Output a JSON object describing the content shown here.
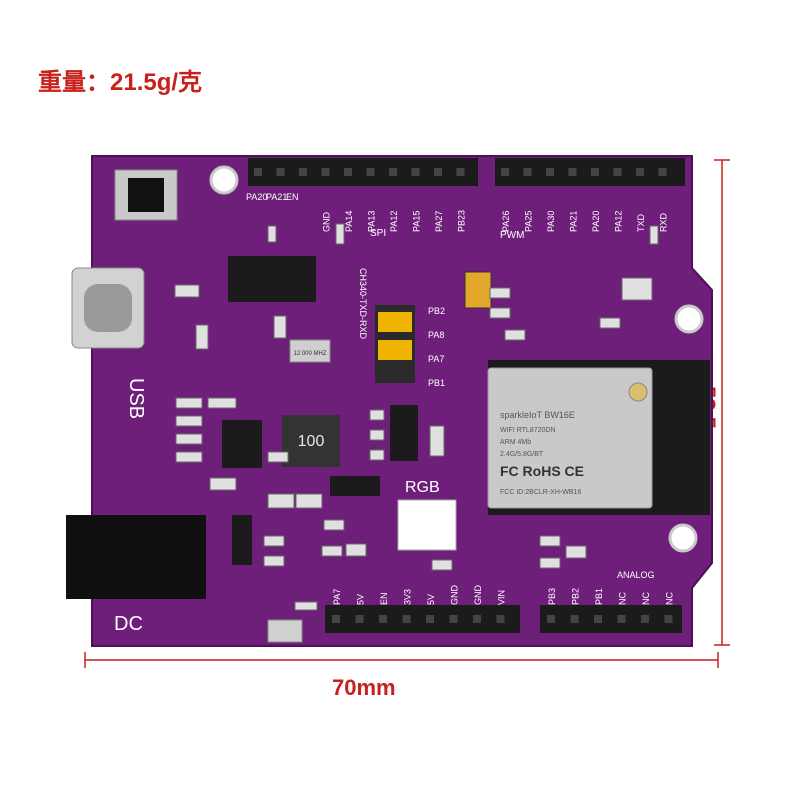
{
  "weight_label": "重量：21.5g/克",
  "width_label": "70mm",
  "height_label": "53.5mm",
  "colors": {
    "pcb": "#6e1f7a",
    "annotation": "#c8201a",
    "module": "#c9c9c9",
    "jumper": "#f0b400"
  },
  "board": {
    "top_pins": [
      "PA20",
      "PA21",
      "EN",
      "GND",
      "PA14",
      "PA13",
      "PA12",
      "PA15",
      "PA27",
      "PB23",
      "PA26",
      "PA25",
      "PA30",
      "PA21",
      "PA20",
      "PA12",
      "TXD",
      "RXD"
    ],
    "bottom_left_pins": [
      "PA7",
      "5V",
      "EN",
      "3V3",
      "5V",
      "GND",
      "GND",
      "VIN"
    ],
    "bottom_right_pins": [
      "PB3",
      "PB2",
      "PB1",
      "NC",
      "NC",
      "NC"
    ],
    "jumper_labels": [
      "PB2",
      "PA8",
      "PA7",
      "PB1"
    ],
    "section_labels": {
      "spi": "SPI",
      "pwm": "PWM",
      "analog": "ANALOG",
      "rgb": "RGB",
      "usb": "USB",
      "dc": "DC",
      "chip": "CH340-TXD-RXD"
    },
    "inductor": "100",
    "crystal": "12.000 MHZ",
    "module_lines": [
      "sparkleIoT BW16E",
      "WIFI RTL8720DN",
      "ARM 4Mb",
      "2.4G/5.8G/BT",
      "FC RoHS CE",
      "FCC ID:2BCLR-XH-WB16"
    ]
  }
}
